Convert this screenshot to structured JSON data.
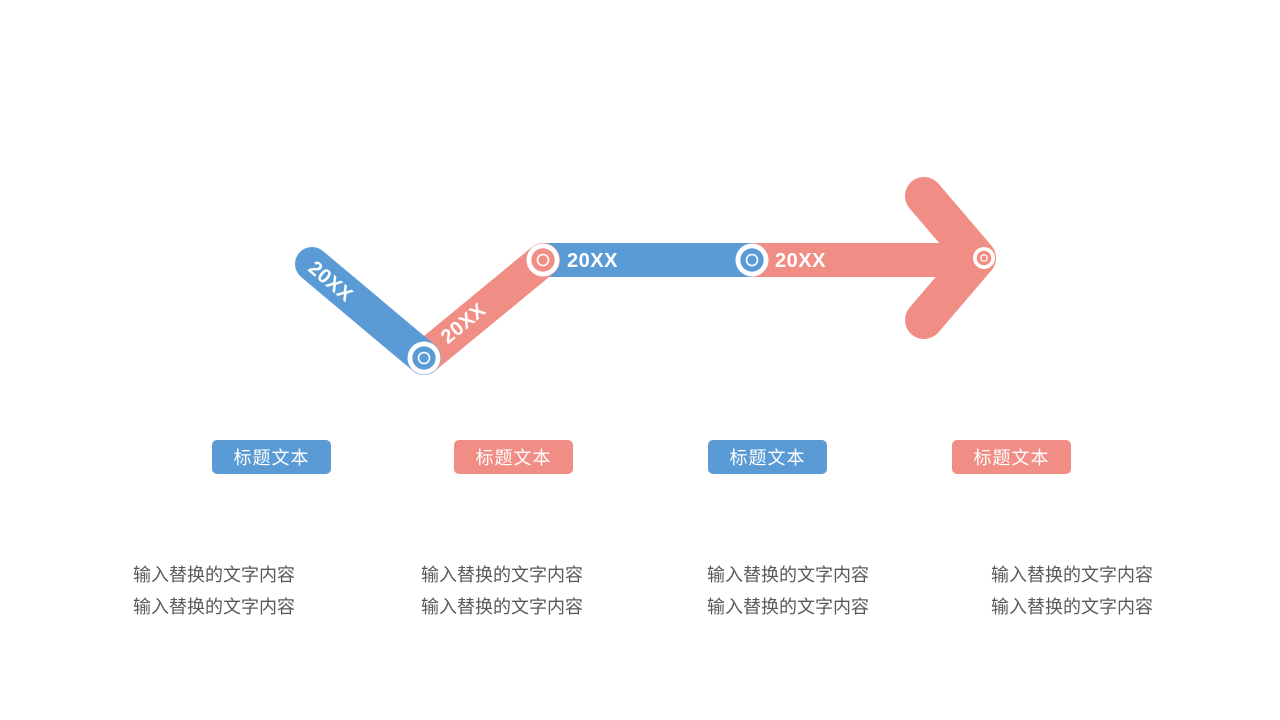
{
  "colors": {
    "blue": "#5B9BD5",
    "pink": "#F08E85",
    "body_text": "#595959",
    "label_text": "#FFFFFF",
    "background": "#FFFFFF"
  },
  "timeline": {
    "milestones": [
      {
        "label": "20XX",
        "color": "blue",
        "orientation": "diagonal-down"
      },
      {
        "label": "20XX",
        "color": "pink",
        "orientation": "diagonal-up"
      },
      {
        "label": "20XX",
        "color": "blue",
        "orientation": "horizontal"
      },
      {
        "label": "20XX",
        "color": "pink",
        "orientation": "horizontal-arrowhead"
      }
    ],
    "markers": [
      {
        "icon": "bullseye-icon",
        "color": "blue"
      },
      {
        "icon": "bullseye-icon",
        "color": "pink"
      },
      {
        "icon": "bullseye-icon",
        "color": "blue"
      },
      {
        "icon": "bullseye-icon",
        "color": "pink"
      }
    ]
  },
  "columns": [
    {
      "title": "标题文本",
      "color": "blue",
      "line1": "输入替换的文字内容",
      "line2": "输入替换的文字内容"
    },
    {
      "title": "标题文本",
      "color": "pink",
      "line1": "输入替换的文字内容",
      "line2": "输入替换的文字内容"
    },
    {
      "title": "标题文本",
      "color": "blue",
      "line1": "输入替换的文字内容",
      "line2": "输入替换的文字内容"
    },
    {
      "title": "标题文本",
      "color": "pink",
      "line1": "输入替换的文字内容",
      "line2": "输入替换的文字内容"
    }
  ]
}
